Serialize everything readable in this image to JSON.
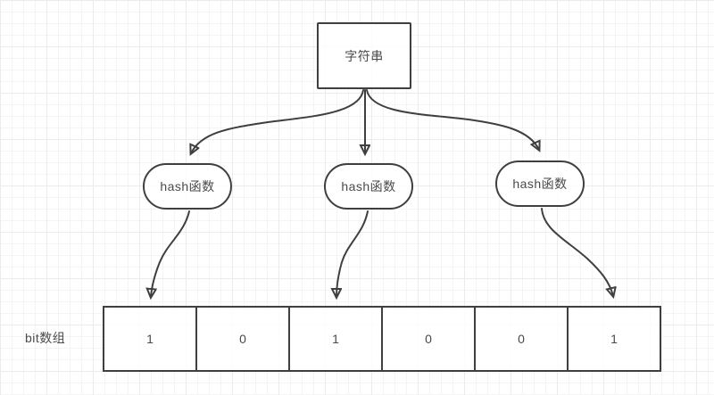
{
  "colors": {
    "background": "#ffffff",
    "grid_minor": "#f4f4f4",
    "grid_major": "#ebebeb",
    "stroke": "#3f3f3f",
    "text": "#4a4a4a"
  },
  "diagram": {
    "string_node": {
      "label": "字符串"
    },
    "hash_nodes": [
      {
        "label": "hash函数"
      },
      {
        "label": "hash函数"
      },
      {
        "label": "hash函数"
      }
    ],
    "bit_array": {
      "label": "bit数组",
      "cells": [
        "1",
        "0",
        "1",
        "0",
        "0",
        "1"
      ]
    }
  }
}
